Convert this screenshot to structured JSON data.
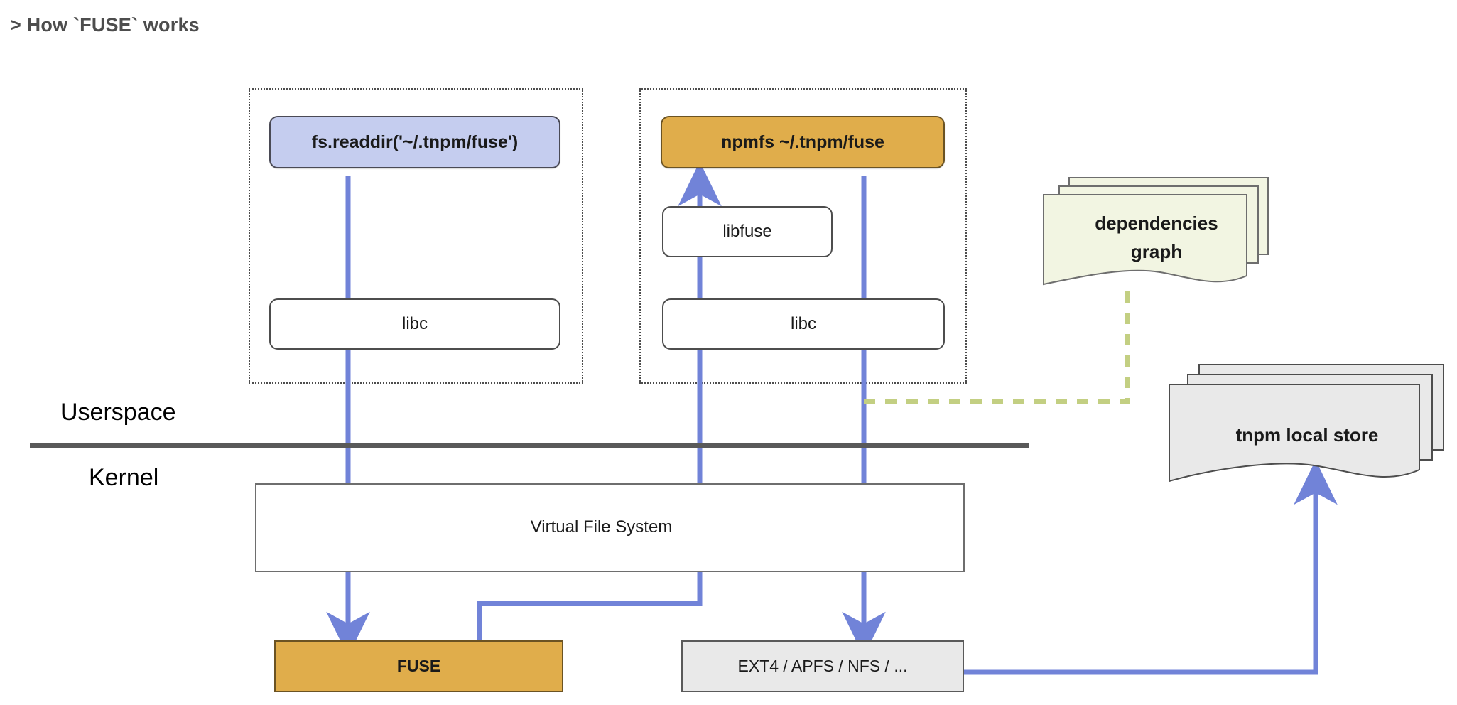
{
  "page": {
    "title": "> How `FUSE` works",
    "background": "#ffffff"
  },
  "colors": {
    "accent_blue_wire": "#7183d8",
    "node_call_fill": "#c5cdef",
    "node_mount_fill": "#e0ad4b",
    "fuse_fill": "#e0ad4b",
    "filesystem_fill": "#e9e9e9",
    "dependencies_fill": "#f2f5e2",
    "dependencies_border": "#6e6e6e",
    "local_store_fill": "#e9e9e9",
    "dashed_link": "#c3cf82",
    "divider": "#595959",
    "group_border": "#4d4d4d",
    "title_text": "#4d4d4d"
  },
  "zones": {
    "userspace_label": "Userspace",
    "kernel_label": "Kernel"
  },
  "groups": [
    {
      "name": "userspace-process-left"
    },
    {
      "name": "userspace-process-right"
    }
  ],
  "nodes": {
    "fs_readdir": "fs.readdir('~/.tnpm/fuse')",
    "npmfs_mount": "npmfs ~/.tnpm/fuse",
    "libfuse": "libfuse",
    "libc_left": "libc",
    "libc_right": "libc",
    "virtual_file_system": "Virtual File System",
    "fuse": "FUSE",
    "filesystems": "EXT4 / APFS / NFS / ...",
    "dependencies_graph_line1": "dependencies",
    "dependencies_graph_line2": "graph",
    "tnpm_local_store": "tnpm local store"
  },
  "edges": [
    {
      "name": "readdir-to-fuse",
      "from": "fs_readdir",
      "to": "fuse",
      "style": "solid-arrow",
      "color": "#7183d8"
    },
    {
      "name": "fuse-to-npmfs",
      "from": "fuse",
      "to": "npmfs_mount",
      "style": "solid-arrow",
      "color": "#7183d8"
    },
    {
      "name": "npmfs-to-filesystems",
      "from": "npmfs_mount",
      "to": "filesystems",
      "style": "solid-arrow",
      "color": "#7183d8"
    },
    {
      "name": "filesystems-to-local-store",
      "from": "filesystems",
      "to": "tnpm_local_store",
      "style": "solid-arrow",
      "color": "#7183d8"
    },
    {
      "name": "dependencies-graph-to-npmfs",
      "from": "dependencies_graph",
      "to": "npmfs_mount",
      "style": "dashed",
      "color": "#c3cf82"
    }
  ]
}
